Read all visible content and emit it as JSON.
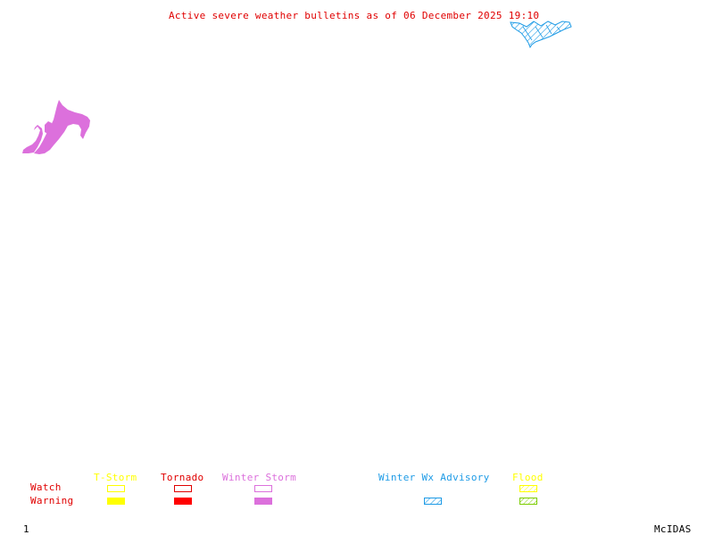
{
  "title": "Active severe weather bulletins as of 06 December 2025 19:10",
  "legend": {
    "row_labels": {
      "watch": "Watch",
      "warning": "Warning"
    },
    "categories": [
      {
        "name": "T-Storm",
        "color": "#ffff00",
        "watch_style": "outline",
        "warning_style": "solid"
      },
      {
        "name": "Tornado",
        "color": "#ff0000",
        "watch_style": "outline",
        "warning_style": "solid"
      },
      {
        "name": "Winter Storm",
        "color": "#dc70dc",
        "watch_style": "outline",
        "warning_style": "solid"
      },
      {
        "name": "Winter Wx Advisory",
        "color": "#1e9be6",
        "watch_style": "none",
        "warning_style": "hatched"
      },
      {
        "name": "Flood",
        "color": "#ffff00",
        "warning_color": "#7ccd00",
        "watch_style": "hatched",
        "warning_style": "hatched"
      }
    ]
  },
  "regions": [
    {
      "type": "Winter Storm Warning",
      "color": "#dc70dc",
      "location": "northwest"
    },
    {
      "type": "Winter Wx Advisory",
      "color": "#1e9be6",
      "location": "north-central"
    }
  ],
  "footer": {
    "frame_number": "1",
    "brand": "McIDAS"
  }
}
